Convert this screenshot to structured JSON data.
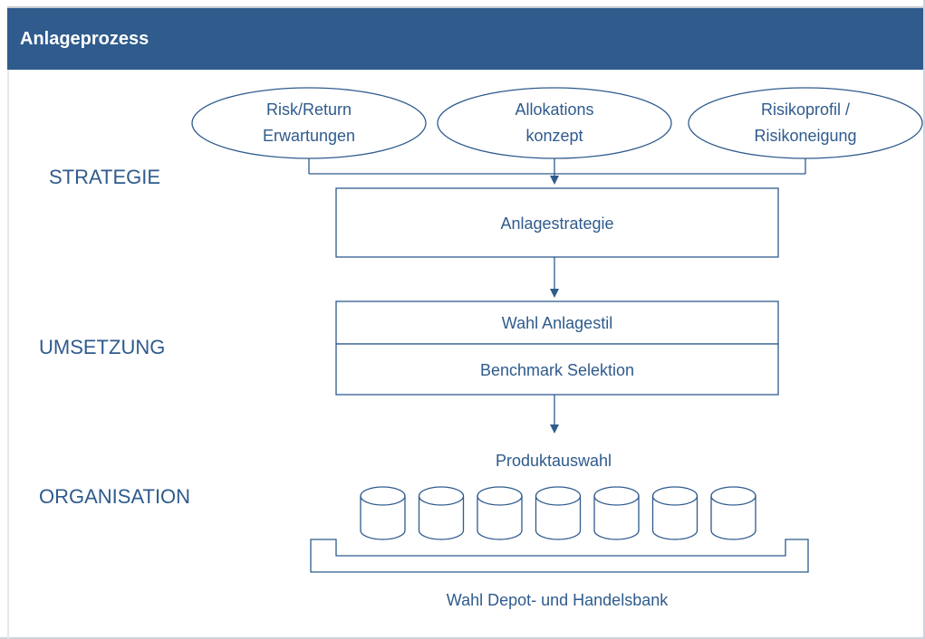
{
  "header": {
    "title": "Anlageprozess"
  },
  "sections": {
    "strategie": "STRATEGIE",
    "umsetzung": "UMSETZUNG",
    "organisation": "ORGANISATION"
  },
  "inputs": [
    {
      "line1": "Risk/Return",
      "line2": "Erwartungen"
    },
    {
      "line1": "Allokations",
      "line2": "konzept"
    },
    {
      "line1": "Risikoprofil /",
      "line2": "Risikoneigung"
    }
  ],
  "boxes": {
    "anlagestrategie": "Anlagestrategie",
    "wahl_anlagestil": "Wahl Anlagestil",
    "benchmark_selektion": "Benchmark Selektion"
  },
  "products": {
    "label": "Produktauswahl",
    "count": 7
  },
  "bank": {
    "label": "Wahl Depot-  und Handelsbank"
  },
  "colors": {
    "header_bg": "#2f5b8d",
    "accent": "#2f5b8d"
  }
}
